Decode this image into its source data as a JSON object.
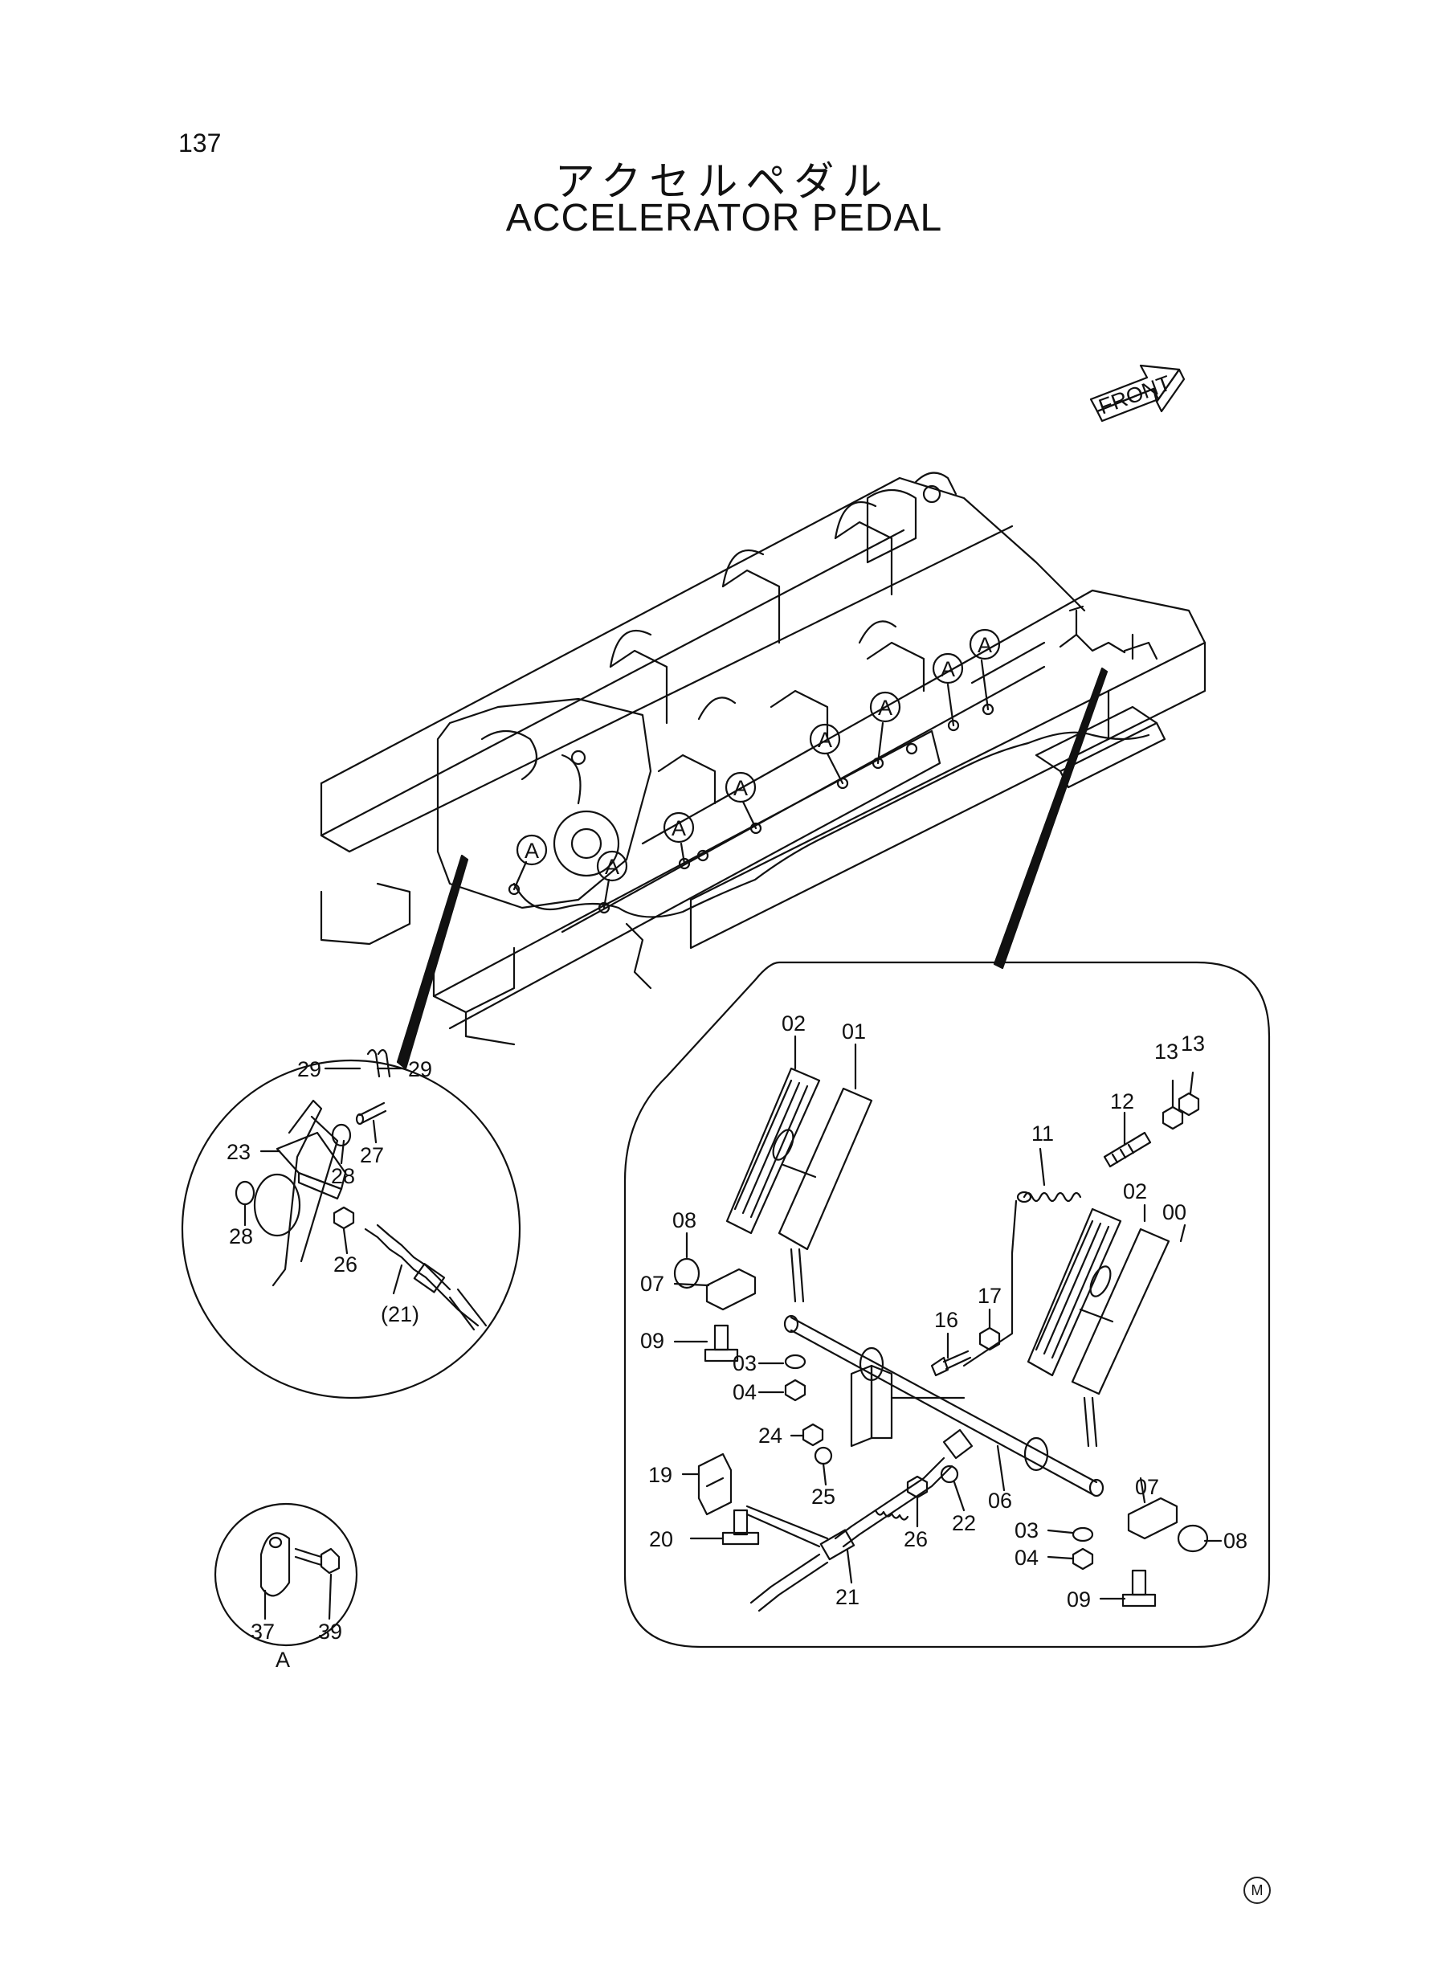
{
  "page_number": "137",
  "title_japanese": "アクセルペダル",
  "title_english": "ACCELERATOR PEDAL",
  "front_label": "FRONT",
  "detail_callout_label": "A",
  "corner_mark": "M",
  "callouts": {
    "c00": "00",
    "c01": "01",
    "c02": "02",
    "c03": "03",
    "c04": "04",
    "c06": "06",
    "c07": "07",
    "c08": "08",
    "c09": "09",
    "c11": "11",
    "c12": "12",
    "c13": "13",
    "c16": "16",
    "c17": "17",
    "c19": "19",
    "c20": "20",
    "c21": "21",
    "c22": "22",
    "c23": "23",
    "c24": "24",
    "c25": "25",
    "c26": "26",
    "c27": "27",
    "c28": "28",
    "c29": "29",
    "c21_ref": "(21)",
    "c37": "37",
    "c39": "39"
  }
}
